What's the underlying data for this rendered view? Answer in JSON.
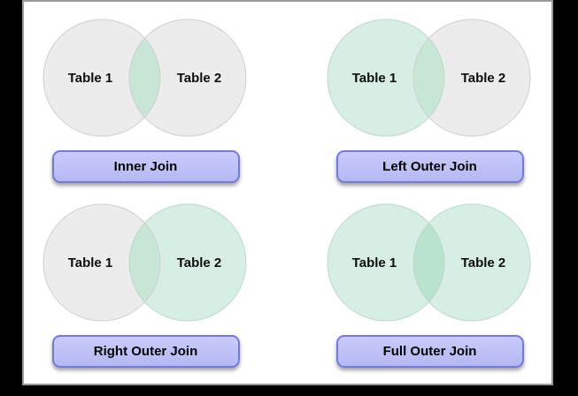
{
  "colors": {
    "canvas_background": "#000000",
    "page_background": "#ffffff",
    "page_border": "#999999",
    "gray_circle_fill": "#ececec",
    "gray_circle_stroke": "#cfcfcf",
    "green_circle_fill": "#d6eee3",
    "green_circle_stroke": "#bed8cb",
    "intersection_green": "#c8e6d6",
    "intersection_green_dark": "#b9e2cf",
    "button_fill_top": "#c8cbfa",
    "button_fill_bottom": "#b5b9f3",
    "button_border": "#7479dd",
    "button_text": "#000000",
    "circle_label_text": "#0d0d0d"
  },
  "diagrams": [
    {
      "name": "inner-join",
      "button_label": "Inner Join",
      "left_circle_label": "Table 1",
      "right_circle_label": "Table 2",
      "left_fill": "#ececec",
      "left_stroke": "#cfcfcf",
      "right_fill": "#ececec",
      "right_stroke": "#cfcfcf",
      "intersection_fill": "#c8e6d6"
    },
    {
      "name": "left-outer-join",
      "button_label": "Left Outer Join",
      "left_circle_label": "Table 1",
      "right_circle_label": "Table 2",
      "left_fill": "#d6eee3",
      "left_stroke": "#bed8cb",
      "right_fill": "#ececec",
      "right_stroke": "#cfcfcf",
      "intersection_fill": "#c8e6d6"
    },
    {
      "name": "right-outer-join",
      "button_label": "Right Outer Join",
      "left_circle_label": "Table 1",
      "right_circle_label": "Table 2",
      "left_fill": "#ececec",
      "left_stroke": "#cfcfcf",
      "right_fill": "#d6eee3",
      "right_stroke": "#bed8cb",
      "intersection_fill": "#c8e6d6"
    },
    {
      "name": "full-outer-join",
      "button_label": "Full Outer Join",
      "left_circle_label": "Table 1",
      "right_circle_label": "Table 2",
      "left_fill": "#d6eee3",
      "left_stroke": "#bed8cb",
      "right_fill": "#d6eee3",
      "right_stroke": "#bed8cb",
      "intersection_fill": "#b9e2cf"
    }
  ]
}
